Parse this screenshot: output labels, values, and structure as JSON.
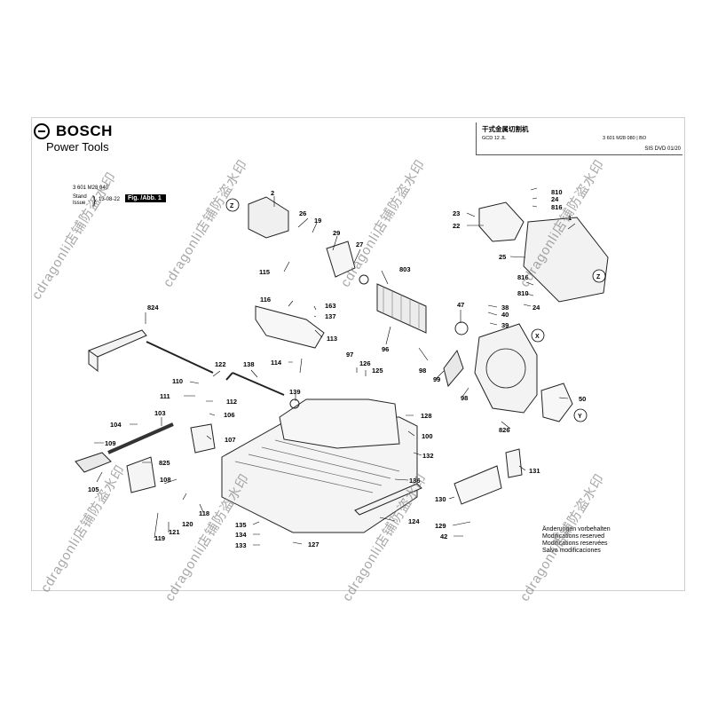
{
  "header": {
    "brand": "BOSCH",
    "product_line": "Power Tools",
    "title_cn": "干式金属切割机",
    "model": "GCD 12 JL",
    "model_number": "3 601 M28 080 | BO",
    "dvd": "SIS DVD 01/20"
  },
  "meta": {
    "part_number": "3 601 M28 040",
    "stand_label": "Stand",
    "issue_label": "Issue",
    "date": "13-08-22",
    "figure_label": "Fig. /Abb. 1"
  },
  "notice": {
    "line1": "Änderungen vorbehalten",
    "line2": "Modifications reserved",
    "line3": "Modifications reservées",
    "line4": "Salvo modificaciones"
  },
  "watermark": "cdragonli店铺防盗水印",
  "callouts": {
    "c2": "2",
    "c26": "26",
    "c19": "19",
    "c29": "29",
    "c27": "27",
    "c115": "115",
    "c116": "116",
    "c163": "163",
    "c137": "137",
    "c113": "113",
    "c803": "803",
    "c23": "23",
    "c22": "22",
    "c810a": "810",
    "c24a": "24",
    "c816a": "816",
    "c1": "1",
    "c25": "25",
    "c816b": "816",
    "c810b": "810",
    "c24b": "24",
    "c38": "38",
    "c40": "40",
    "c39": "39",
    "c47": "47",
    "c96": "96",
    "c824": "824",
    "c122": "122",
    "c138": "138",
    "c97": "97",
    "c110": "110",
    "c114": "114",
    "c126": "126",
    "c125": "125",
    "c98a": "98",
    "c99": "99",
    "c98b": "98",
    "c111": "111",
    "c112": "112",
    "c139": "139",
    "c103": "103",
    "c106": "106",
    "c104": "104",
    "c128": "128",
    "c107": "107",
    "c109": "109",
    "c100": "100",
    "c132": "132",
    "c825": "825",
    "c105": "105",
    "c108": "108",
    "c136": "136",
    "c131": "131",
    "c130": "130",
    "c118": "118",
    "c120": "120",
    "c121": "121",
    "c119": "119",
    "c135": "135",
    "c124": "124",
    "c134": "134",
    "c133": "133",
    "c127": "127",
    "c129": "129",
    "c42": "42",
    "c826": "826",
    "c50": "50"
  },
  "circles": {
    "z1": "Z",
    "z2": "Z",
    "x": "X",
    "y": "Y"
  }
}
